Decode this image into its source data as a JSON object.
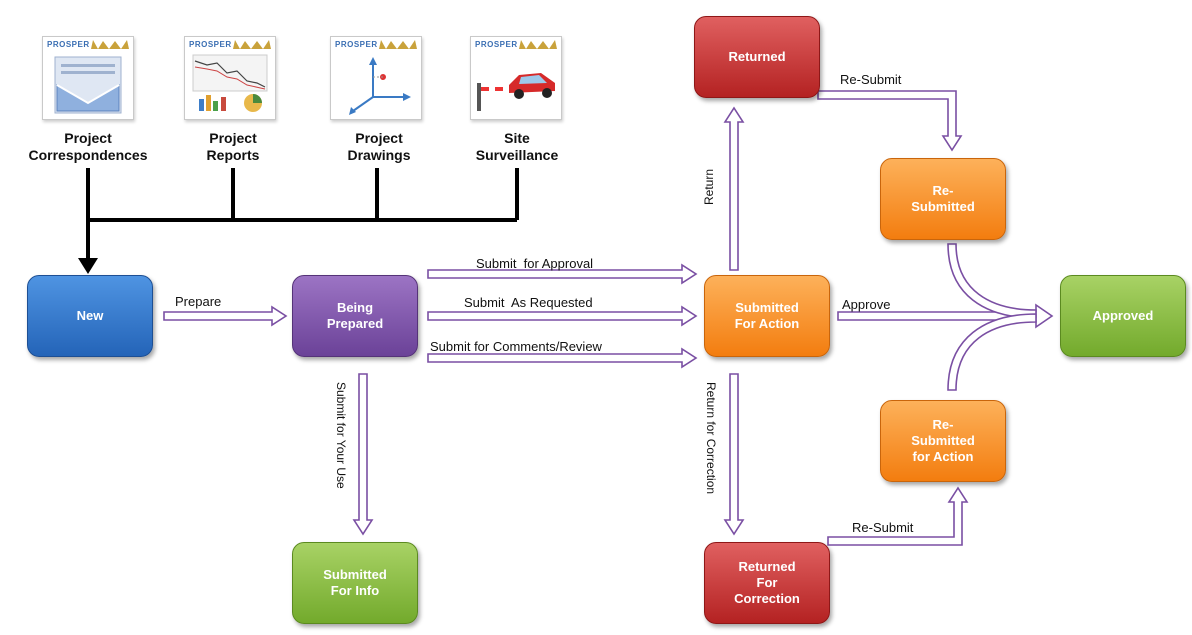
{
  "sources": [
    {
      "name": "Project\nCorrespondences",
      "brand": "PROSPER",
      "icon": "envelope-icon"
    },
    {
      "name": "Project\nReports",
      "brand": "PROSPER",
      "icon": "chart-report-icon"
    },
    {
      "name": "Project\nDrawings",
      "brand": "PROSPER",
      "icon": "axes-drawing-icon"
    },
    {
      "name": "Site\nSurveillance",
      "brand": "PROSPER",
      "icon": "car-barrier-icon"
    }
  ],
  "nodes": {
    "new": "New",
    "being_prepared": "Being\nPrepared",
    "submitted_for_action": "Submitted\nFor Action",
    "approved": "Approved",
    "returned": "Returned",
    "re_submitted": "Re-\nSubmitted",
    "re_submitted_for_action": "Re-\nSubmitted\nfor Action",
    "returned_for_correction": "Returned\nFor\nCorrection",
    "submitted_for_info": "Submitted\nFor Info"
  },
  "edges": {
    "prepare": "Prepare",
    "submit_for_approval": "Submit  for Approval",
    "submit_as_requested": "Submit  As Requested",
    "submit_for_comments": "Submit for Comments/Review",
    "approve": "Approve",
    "return": "Return",
    "re_submit_top": "Re-Submit",
    "re_submit_bottom": "Re-Submit",
    "return_for_correction": "Return for Correction",
    "submit_for_your_use": "Submit for Your Use"
  },
  "colors": {
    "blue": "#2f74c8",
    "purple": "#7b52a8",
    "orange": "#f58a1f",
    "green": "#8cc043",
    "red": "#c43030",
    "arrow_outline": "#7a4fa3"
  }
}
